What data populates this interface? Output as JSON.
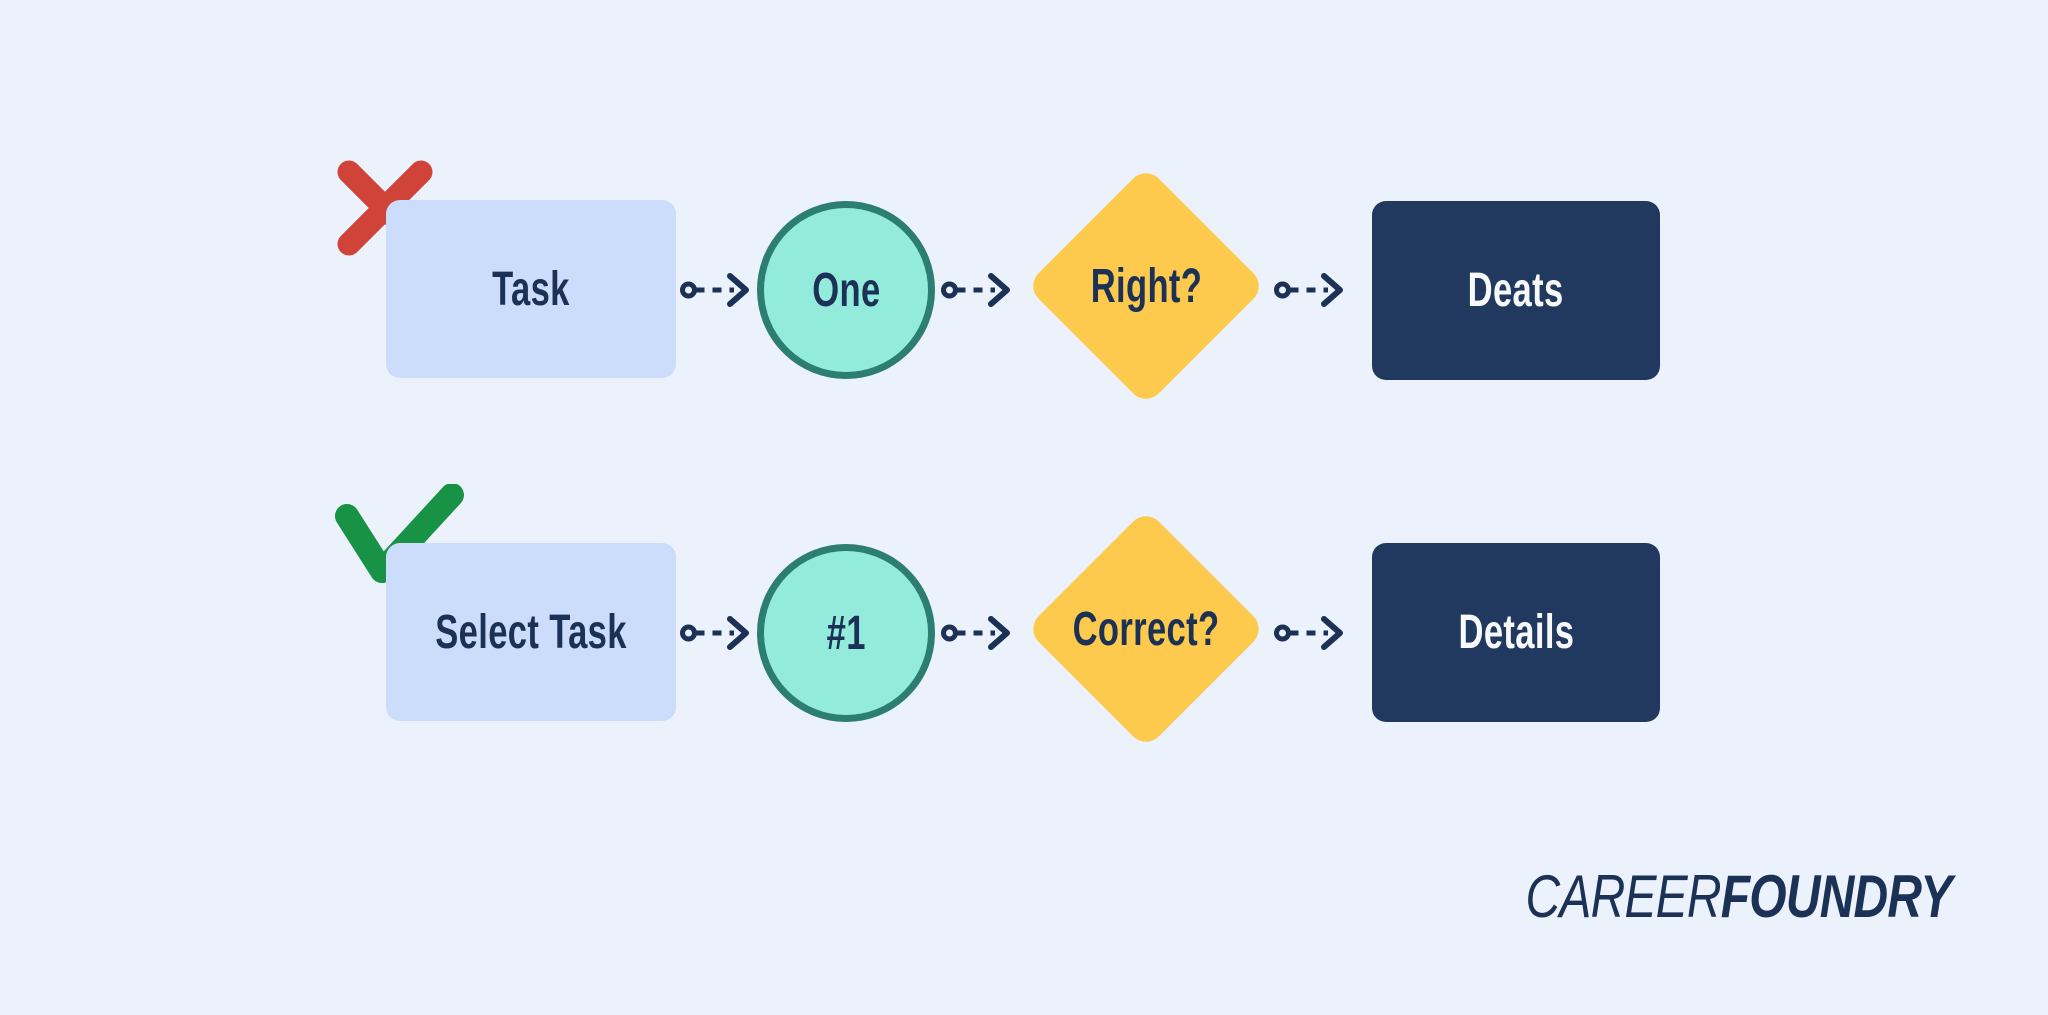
{
  "palette": {
    "background": "#ebf2fc",
    "node_fill_light_blue": "#cbddfb",
    "node_fill_navy": "#21395e",
    "node_fill_teal": "#93ecdb",
    "node_stroke_teal": "#2c7d72",
    "node_fill_yellow": "#fdca4e",
    "text_dark_navy": "#1b3155",
    "text_light": "#f7f9fb",
    "connector_navy": "#1b3155",
    "cross_red": "#cf4338",
    "check_green": "#189245",
    "logo_navy": "#1b3155"
  },
  "rows": [
    {
      "verdict": "cross",
      "nodes": [
        {
          "shape": "rounded-rectangle",
          "variant": "light-blue",
          "label": "Task"
        },
        {
          "shape": "circle",
          "variant": "teal",
          "label": "One"
        },
        {
          "shape": "diamond",
          "variant": "yellow",
          "label": "Right?"
        },
        {
          "shape": "rounded-rectangle",
          "variant": "navy",
          "label": "Deats"
        }
      ]
    },
    {
      "verdict": "check",
      "nodes": [
        {
          "shape": "rounded-rectangle",
          "variant": "light-blue",
          "label": "Select Task"
        },
        {
          "shape": "circle",
          "variant": "teal",
          "label": "#1"
        },
        {
          "shape": "diamond",
          "variant": "yellow",
          "label": "Correct?"
        },
        {
          "shape": "rounded-rectangle",
          "variant": "navy",
          "label": "Details"
        }
      ]
    }
  ],
  "logo": {
    "brand_light": "CAREER",
    "brand_bold": "FOUNDRY"
  }
}
